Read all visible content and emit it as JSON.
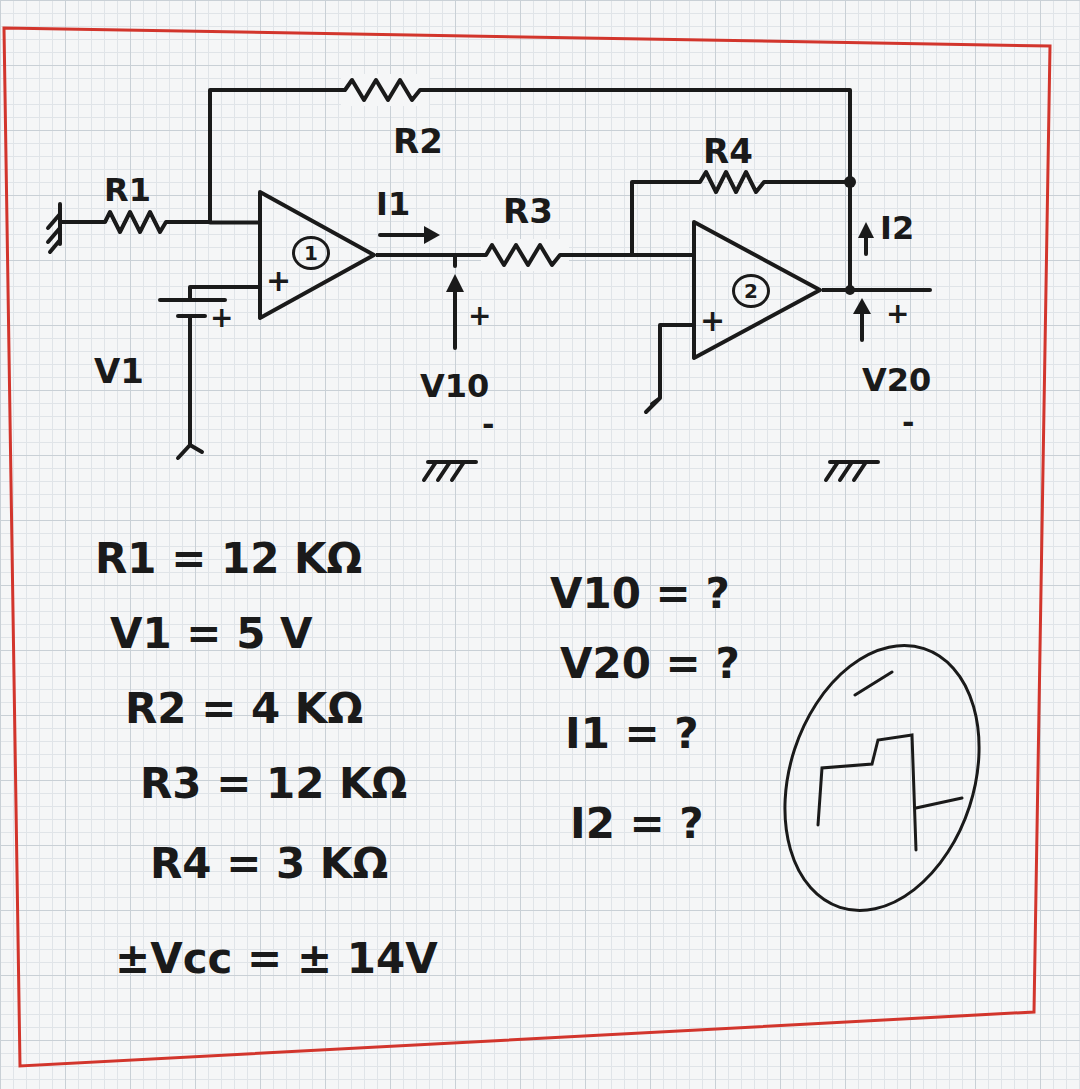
{
  "diagram": {
    "nodes": [
      {
        "text": [
          "+",
          "1"
        ]
      },
      {
        "text": [
          "+",
          "2"
        ]
      }
    ],
    "edges": [
      {
        "from": 0,
        "to": 1,
        "arrow": "none"
      },
      {
        "from": 1,
        "to": 0,
        "arrow": "none"
      }
    ],
    "labels": [
      "R2",
      "R4",
      "R1",
      "I1",
      "R3",
      "I2",
      "+",
      "V1",
      "+",
      "V10",
      "-",
      "+",
      "V20",
      "-",
      "R1 = 12 KΩ",
      "V1 = 5 V",
      "R2 = 4 KΩ",
      "R3 = 12 KΩ",
      "R4 = 3 KΩ",
      "±Vcc = ± 14V",
      "V10 = ?",
      "V20 = ?",
      "I1 = ?",
      "I2 = ?"
    ]
  }
}
